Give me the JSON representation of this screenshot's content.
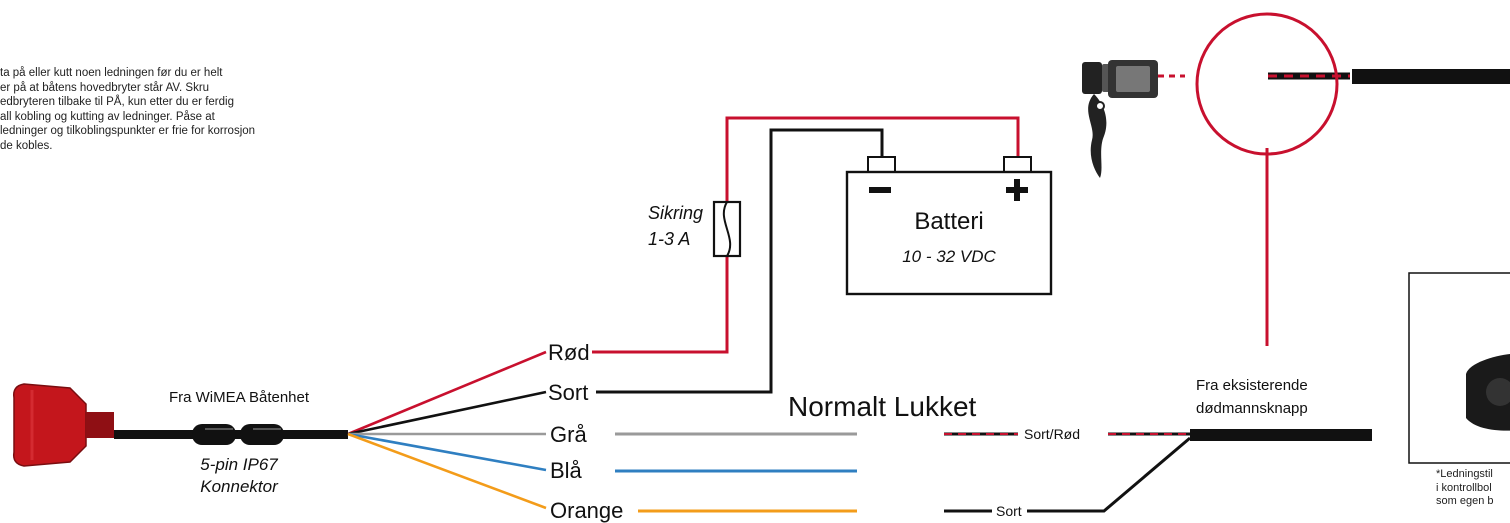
{
  "warning_note": {
    "lines": [
      "ta på eller kutt noen ledningen før du er helt",
      "er på at båtens hovedbryter står AV. Skru",
      "edbryteren tilbake til PÅ, kun etter du er ferdig",
      " all kobling og kutting av ledninger. Påse at",
      "ledninger og tilkoblingspunkter er frie for korrosjon",
      "de kobles."
    ]
  },
  "fuse": {
    "label_line1": "Sikring",
    "label_line2": "1-3 A"
  },
  "battery": {
    "label": "Batteri",
    "voltage": "10 - 32 VDC",
    "neg_symbol": "−",
    "pos_symbol": "+"
  },
  "connector": {
    "source_label": "Fra WiMEA Båtenhet",
    "type_line1": "5-pin IP67",
    "type_line2": "Konnektor"
  },
  "wires": [
    {
      "label": "Rød",
      "color": "#c8102e"
    },
    {
      "label": "Sort",
      "color": "#111111"
    },
    {
      "label": "Grå",
      "color": "#9a9a9a"
    },
    {
      "label": "Blå",
      "color": "#2f7fc1"
    },
    {
      "label": "Orange",
      "color": "#f39c1a"
    }
  ],
  "switch_state": "Normalt Lukket",
  "deadman": {
    "title_line1": "Fra eksisterende",
    "title_line2": "dødmannsknapp",
    "wire_sort_rod": "Sort/Rød",
    "wire_sort": "Sort"
  },
  "inset": {
    "caption_lines": [
      "*Ledningstil",
      "i kontrollbol",
      "som egen b"
    ]
  },
  "colors": {
    "red": "#c8102e",
    "black": "#111111",
    "connector_red": "#c4161c"
  }
}
